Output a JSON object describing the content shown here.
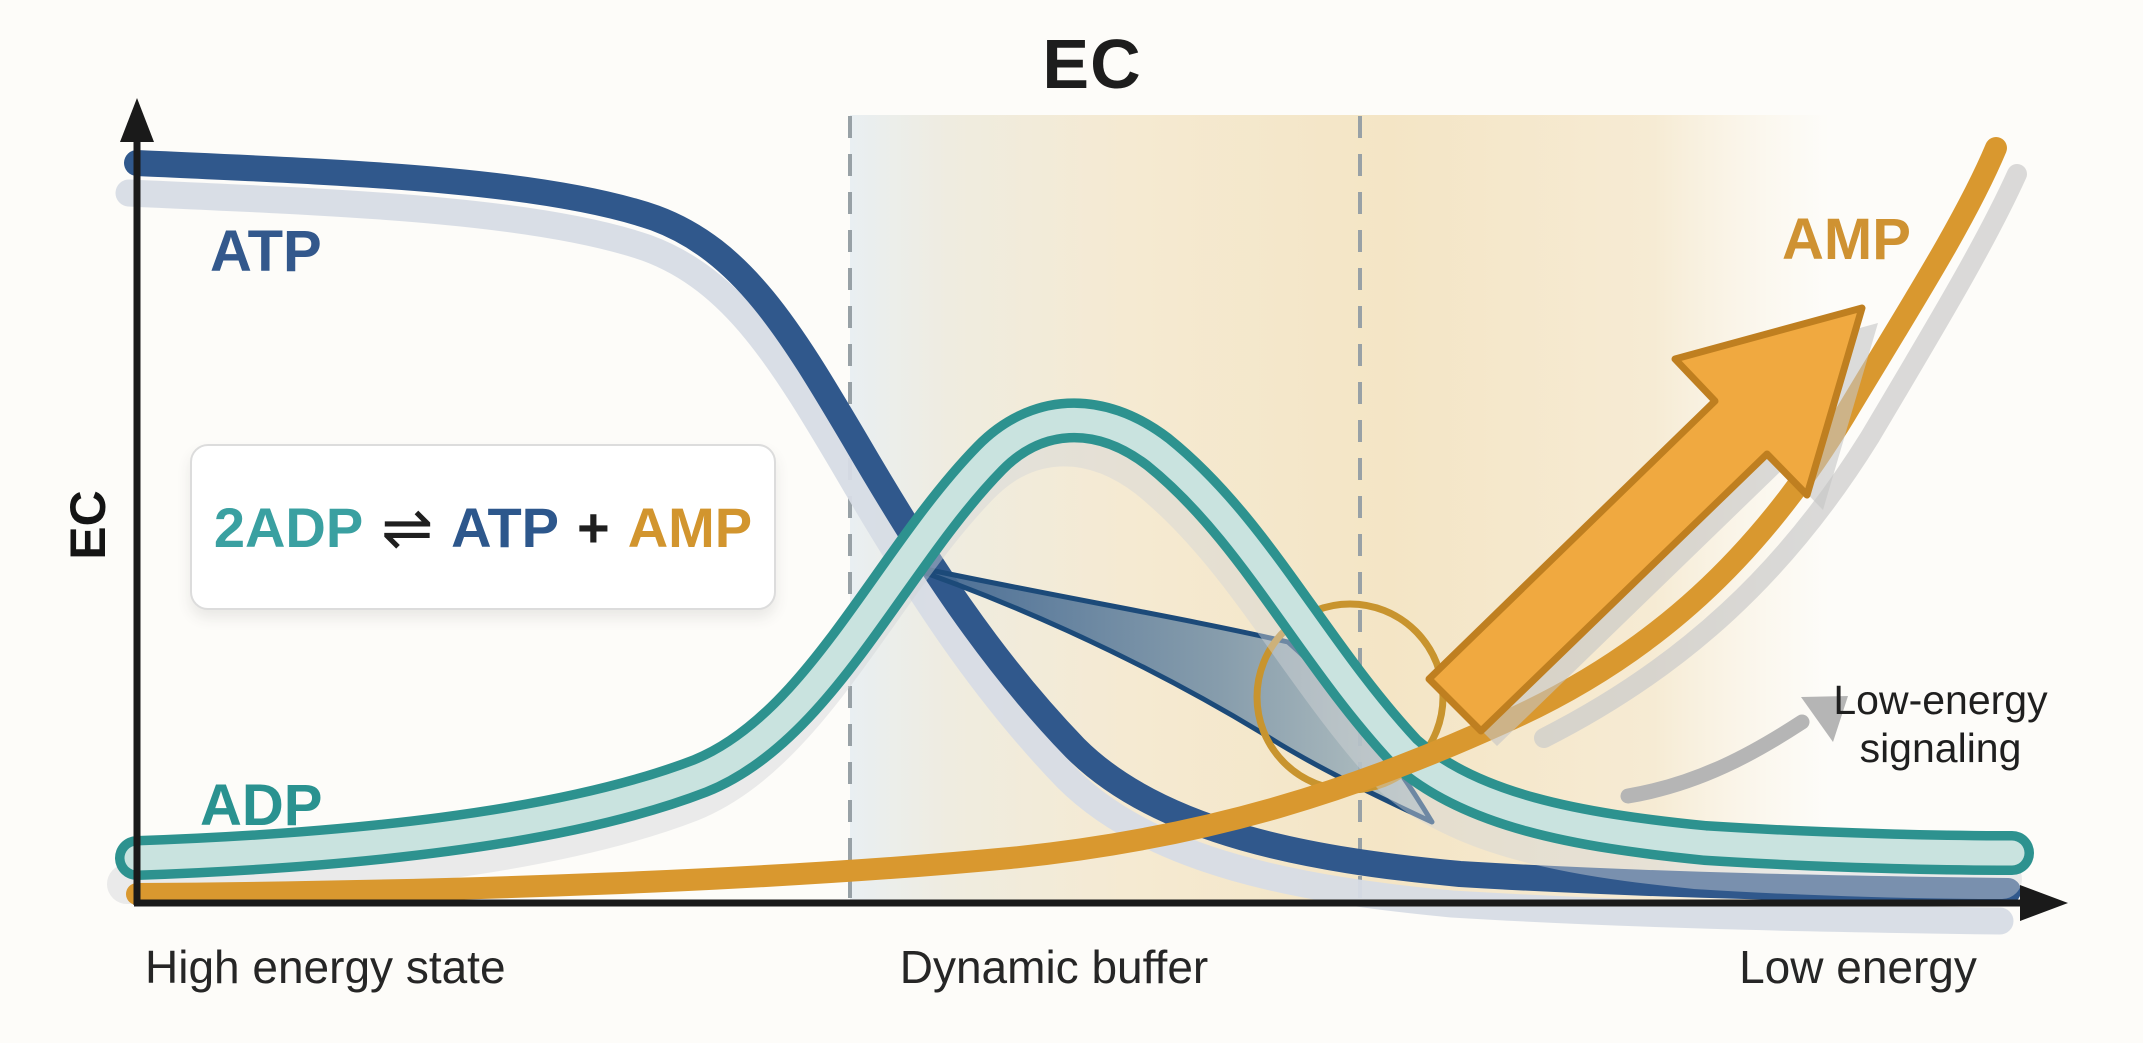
{
  "title": "EC",
  "y_axis_label": "EC",
  "x_axis_labels": {
    "left": "High energy state",
    "middle": "Dynamic buffer",
    "right": "Low energy"
  },
  "curve_labels": {
    "atp": "ATP",
    "adp": "ADP",
    "amp": "AMP"
  },
  "equation": {
    "reactant": "2ADP",
    "arrow": "⇌",
    "product1": "ATP",
    "plus": "+",
    "product2": "AMP"
  },
  "annotation": {
    "line1": "Low-energy",
    "line2": "signaling"
  },
  "colors": {
    "atp_curve": "#30588c",
    "atp_shadow": "#d7dce5",
    "adp_edge": "#2d928f",
    "adp_fill": "#c9e3df",
    "amp_curve": "#d9982f",
    "arrow_fill": "#f0a940",
    "arrow_outline": "#bf7f20",
    "circle_stroke": "#c8942e",
    "wedge_stroke": "#1c4a79",
    "dashed_line": "#98a1a6",
    "axis": "#1a1a1a",
    "signal_arrow": "#b5b5b5",
    "band_blue_tint": "#e9eff2",
    "band_peach_tint": "#f5e7c9"
  },
  "chart_data": {
    "type": "line",
    "title": "EC",
    "xlabel_regions": [
      "High energy state",
      "Dynamic buffer",
      "Low energy"
    ],
    "ylabel": "EC",
    "x_range": [
      0,
      1
    ],
    "y_range": [
      0,
      1
    ],
    "grid": false,
    "legend_position": "labels-on-curves",
    "region_boundaries_x": [
      0.375,
      0.643
    ],
    "series": [
      {
        "name": "ATP",
        "color": "#30588c",
        "points": [
          [
            0.0,
            0.94
          ],
          [
            0.1,
            0.93
          ],
          [
            0.2,
            0.91
          ],
          [
            0.27,
            0.87
          ],
          [
            0.33,
            0.75
          ],
          [
            0.39,
            0.54
          ],
          [
            0.45,
            0.31
          ],
          [
            0.49,
            0.2
          ],
          [
            0.53,
            0.13
          ],
          [
            0.6,
            0.07
          ],
          [
            0.66,
            0.05
          ],
          [
            0.8,
            0.03
          ],
          [
            1.0,
            0.02
          ]
        ]
      },
      {
        "name": "ADP",
        "color": "#2d928f",
        "points": [
          [
            0.0,
            0.06
          ],
          [
            0.1,
            0.08
          ],
          [
            0.2,
            0.11
          ],
          [
            0.3,
            0.17
          ],
          [
            0.36,
            0.28
          ],
          [
            0.4,
            0.4
          ],
          [
            0.44,
            0.54
          ],
          [
            0.49,
            0.63
          ],
          [
            0.54,
            0.54
          ],
          [
            0.6,
            0.4
          ],
          [
            0.64,
            0.26
          ],
          [
            0.67,
            0.17
          ],
          [
            0.74,
            0.1
          ],
          [
            0.82,
            0.08
          ],
          [
            1.0,
            0.07
          ]
        ]
      },
      {
        "name": "AMP",
        "color": "#d9982f",
        "points": [
          [
            0.0,
            0.015
          ],
          [
            0.2,
            0.02
          ],
          [
            0.35,
            0.04
          ],
          [
            0.5,
            0.07
          ],
          [
            0.6,
            0.12
          ],
          [
            0.66,
            0.17
          ],
          [
            0.75,
            0.27
          ],
          [
            0.81,
            0.36
          ],
          [
            0.87,
            0.52
          ],
          [
            0.92,
            0.7
          ],
          [
            0.975,
            0.96
          ]
        ]
      }
    ],
    "annotations": [
      {
        "text": "2ADP ⇌ ATP + AMP",
        "x": 0.17,
        "y": 0.48,
        "kind": "equation-box"
      },
      {
        "text": "Low-energy signaling",
        "x": 0.95,
        "y": 0.28,
        "kind": "text-with-arrow"
      },
      {
        "kind": "highlight-circle",
        "x": 0.637,
        "y": 0.263
      },
      {
        "kind": "rising-arrow",
        "from_x": 0.69,
        "from_y": 0.25,
        "to_x": 0.905,
        "to_y": 0.76
      }
    ]
  }
}
